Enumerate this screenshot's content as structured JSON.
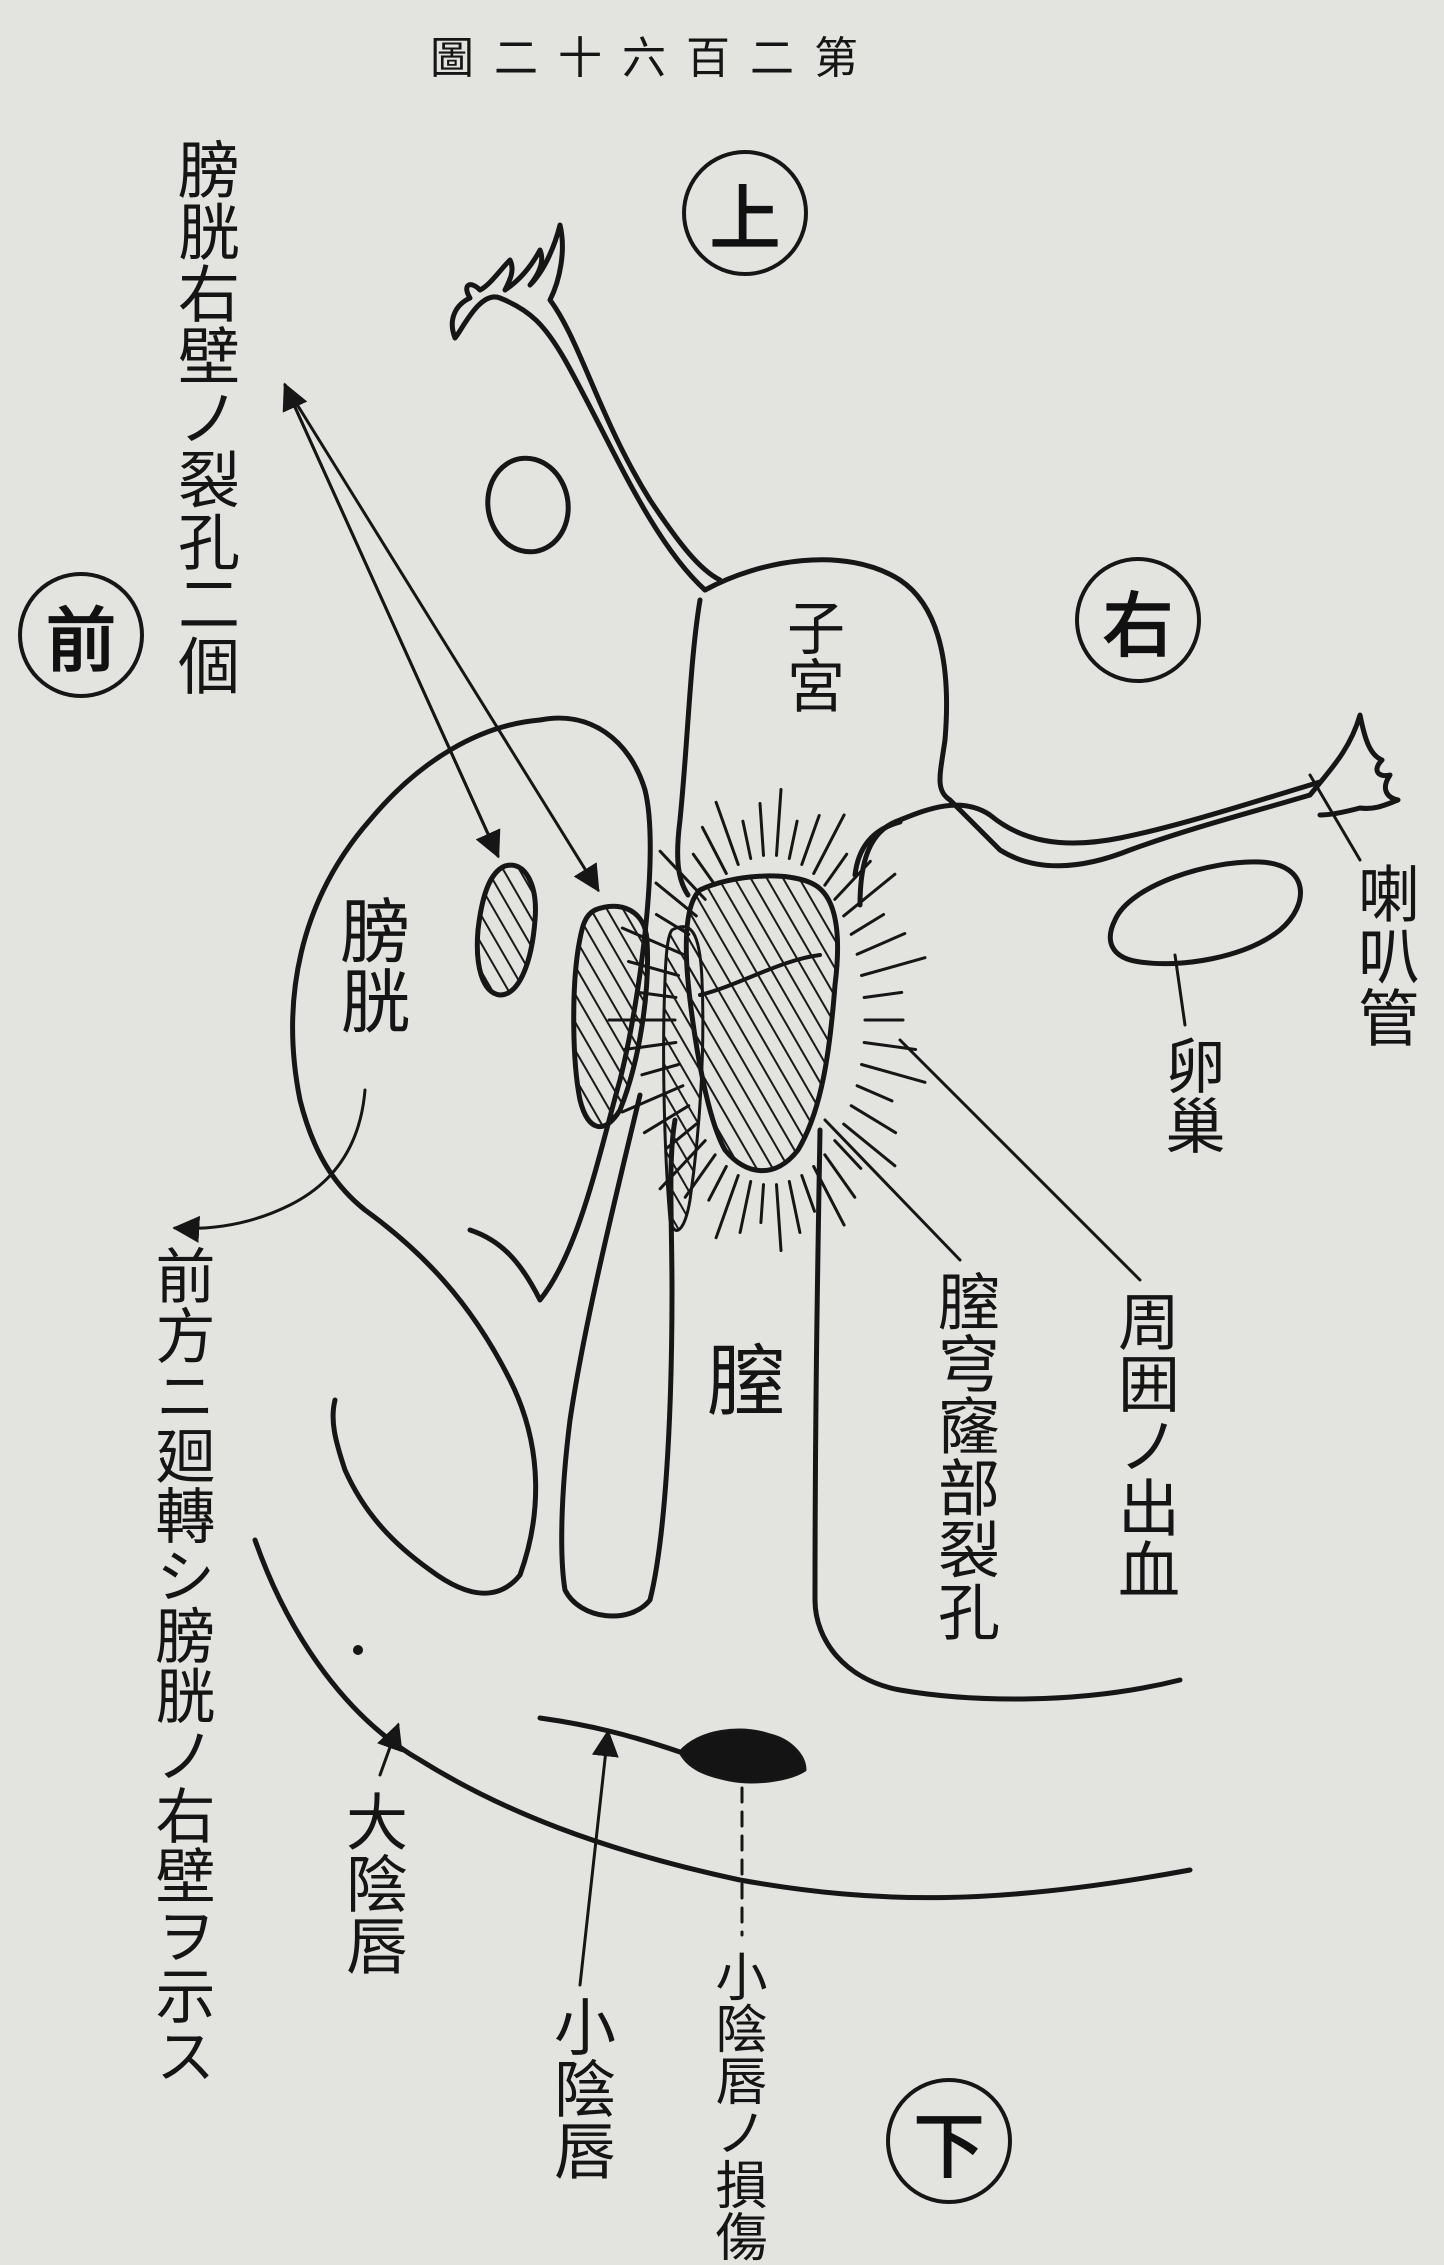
{
  "figure_title": "第二百六十二圖",
  "directions": {
    "top": "上",
    "right": "右",
    "front": "前",
    "bottom": "下"
  },
  "labels": {
    "bladder_right_wall_tears": "膀胱右壁ノ裂孔二個",
    "bladder": "膀胱",
    "uterus": "子宮",
    "fallopian_tube": "喇叭管",
    "ovary": "卵巢",
    "vagina": "膣",
    "vaginal_vault_tear": "膣穹窿部裂孔",
    "surrounding_hemorrhage": "周囲ノ出血",
    "bladder_rotated_note": "前方ニ廻轉シ膀胱ノ右壁ヲ示ス",
    "labia_majora": "大陰唇",
    "labia_minora": "小陰唇",
    "labia_minora_injury": "小陰唇ノ損傷"
  }
}
